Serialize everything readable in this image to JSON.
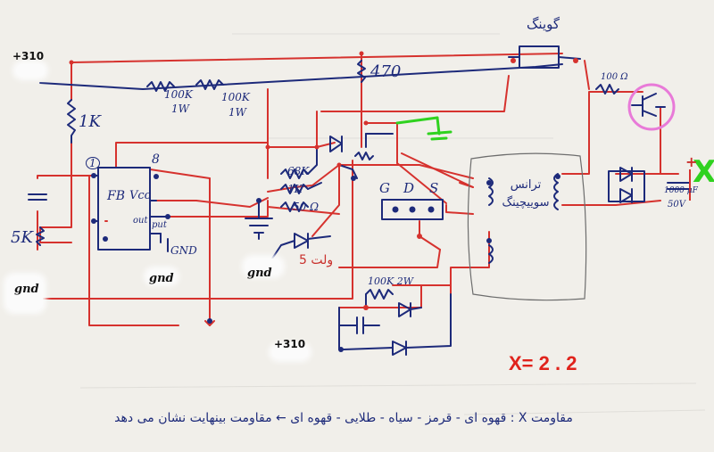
{
  "labels": {
    "v310_top": "+310",
    "v310_bottom": "+310",
    "gnd_left": "gnd",
    "gnd_mid": "gnd",
    "gnd_right": "gnd",
    "r_1k_left": "1K",
    "r_5k": "5K",
    "r_100k_a": "100K",
    "r_100k_a_watt": "1W",
    "r_100k_b": "100K",
    "r_100k_b_watt": "1W",
    "r_470": "470",
    "r_68k": "68K",
    "r_1k_mid": "1K",
    "r_50": "50 Ω",
    "r_100k_2w": "100K 2W",
    "pin1": "1",
    "pin8": "8",
    "ic_fb": "FB",
    "ic_vcc": "Vcc",
    "ic_out": "out",
    "ic_put": "put",
    "ic_gnd": "GND",
    "transistor_g": "G",
    "transistor_d": "D",
    "transistor_s": "S",
    "relay_label": "گوینگ",
    "transformer_label": "ترانس سوییچینگ",
    "diode_note": "5 ولت",
    "cap_out": "1000 μF",
    "cap_out_v": "50V",
    "r_100_top": "100 Ω",
    "output_x": "X",
    "plus_sign": "+",
    "result": "X= 2 . 2",
    "note": "مقاومت X : قهوه ای - قرمز - سیاه - طلایی - قهوه ای ← مقاومت بینهایت نشان می دهد"
  },
  "colors": {
    "red_wire": "#d6322e",
    "blue_wire": "#1d2a7a",
    "green_mark": "#2fd21f",
    "pink_circle": "#e87ad8",
    "result_red": "#e0231c"
  }
}
